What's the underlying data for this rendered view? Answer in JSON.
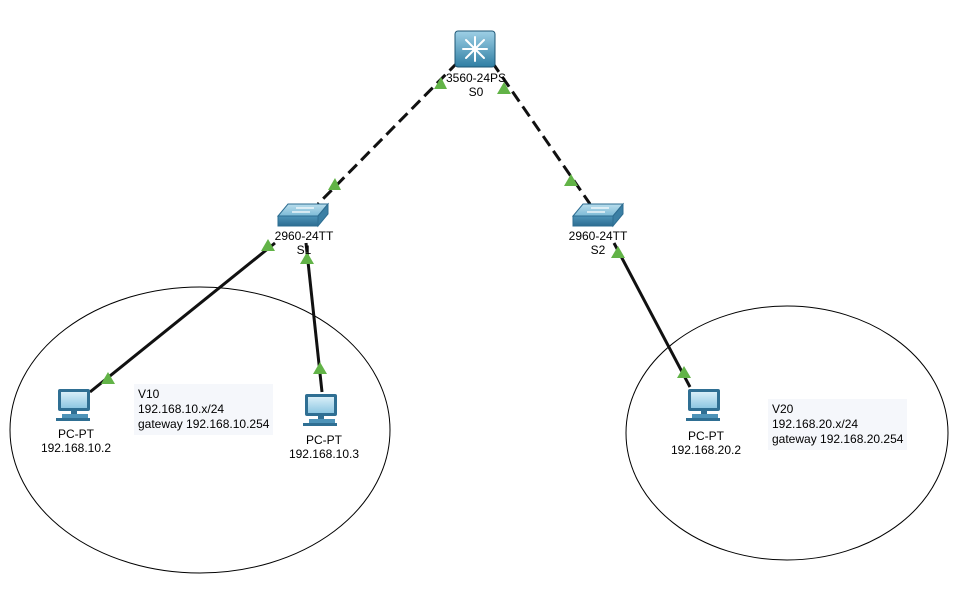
{
  "devices": {
    "s0": {
      "model": "3560-24PS",
      "name": "S0"
    },
    "s1": {
      "model": "2960-24TT",
      "name": "S1"
    },
    "s2": {
      "model": "2960-24TT",
      "name": "S2"
    },
    "pc1": {
      "type": "PC-PT",
      "ip": "192.168.10.2"
    },
    "pc2": {
      "type": "PC-PT",
      "ip": "192.168.10.3"
    },
    "pc3": {
      "type": "PC-PT",
      "ip": "192.168.20.2"
    }
  },
  "notes": {
    "v10": {
      "vlan": "V10",
      "subnet": "192.168.10.x/24",
      "gateway": "gateway 192.168.10.254"
    },
    "v20": {
      "vlan": "V20",
      "subnet": "192.168.20.x/24",
      "gateway": "gateway 192.168.20.254"
    }
  },
  "colors": {
    "link_status": "#62b347",
    "cable": "#111111",
    "device_blue": "#3e8ab0"
  }
}
